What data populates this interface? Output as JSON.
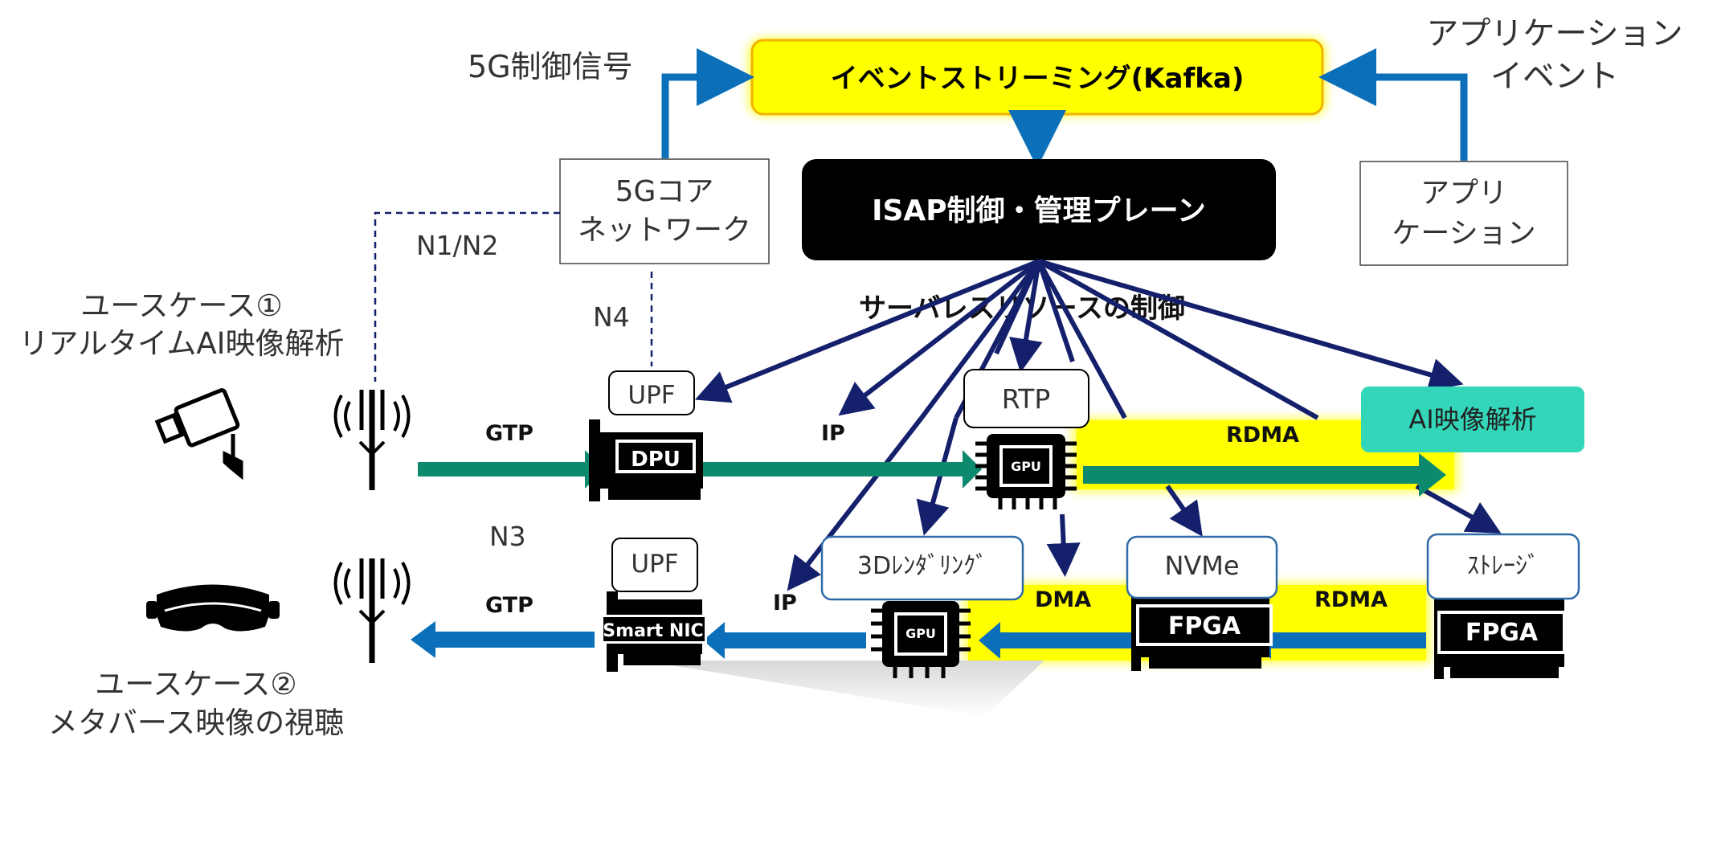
{
  "labels": {
    "control_5g": "5G制御信号",
    "app_event_1": "アプリケーション",
    "app_event_2": "イベント",
    "kafka": "イベントストリーミング(Kafka)",
    "isap": "ISAP制御・管理プレーン",
    "core_1": "5Gコア",
    "core_2": "ネットワーク",
    "app_1": "アプリ",
    "app_2": "ケーション",
    "n1n2": "N1/N2",
    "n4": "N4",
    "n3": "N3",
    "serverless": "サーバレスリソースの制御",
    "usecase1_1": "ユースケース①",
    "usecase1_2": "リアルタイムAI映像解析",
    "usecase2_1": "ユースケース②",
    "usecase2_2": "メタバース映像の視聴",
    "upf_top": "UPF",
    "upf_bottom": "UPF",
    "rtp": "RTP",
    "ai_video": "AI映像解析",
    "render3d": "3Dﾚﾝﾀﾞﾘﾝｸﾞ",
    "nvme": "NVMe",
    "storage": "ｽﾄﾚｰｼﾞ",
    "gtp_top": "GTP",
    "gtp_bottom": "GTP",
    "ip_top": "IP",
    "ip_bottom": "IP",
    "rdma_top": "RDMA",
    "rdma_bottom": "RDMA",
    "dma": "DMA",
    "chip_dpu": "DPU",
    "chip_gpu_top": "GPU",
    "chip_gpu_bottom": "GPU",
    "chip_smartnic": "Smart NIC",
    "chip_fpga_nvme": "FPGA",
    "chip_fpga_storage": "FPGA"
  },
  "colors": {
    "blue_arrow": "#0b6fba",
    "navy_arrow": "#14206b",
    "green_arrow": "#0d8a6e",
    "highlight_yellow": "#ffff00",
    "kafka_border": "#f0b400",
    "teal_box": "#33d6b8",
    "box_border_blue": "#2e6aa8",
    "black_box": "#000000"
  },
  "icons": [
    "camera-icon",
    "antenna-icon",
    "vr-headset-icon",
    "chip-icon",
    "card-icon"
  ]
}
